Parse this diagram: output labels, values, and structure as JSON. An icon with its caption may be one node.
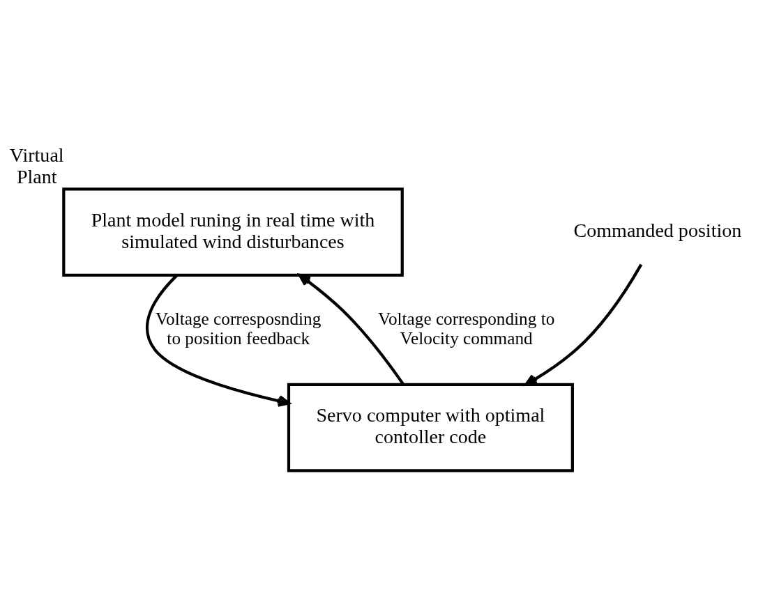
{
  "diagram": {
    "nodes": [
      {
        "text": [
          "Plant model runing in real time with simulated wind disturbances"
        ],
        "beside": [
          "Virtual Plant"
        ]
      },
      {
        "text": [
          "Servo computer with optimal contoller code"
        ]
      },
      {
        "text": [
          "Commanded position"
        ]
      }
    ],
    "edges": [
      {
        "from": 1,
        "to": 0,
        "arrow": "to",
        "label": "Voltage corresponding to Velocity command"
      },
      {
        "from": 0,
        "to": 1,
        "arrow": "to",
        "label": "Voltage corresposnding to position feedback"
      },
      {
        "from": 2,
        "to": 1,
        "arrow": "to"
      }
    ]
  }
}
